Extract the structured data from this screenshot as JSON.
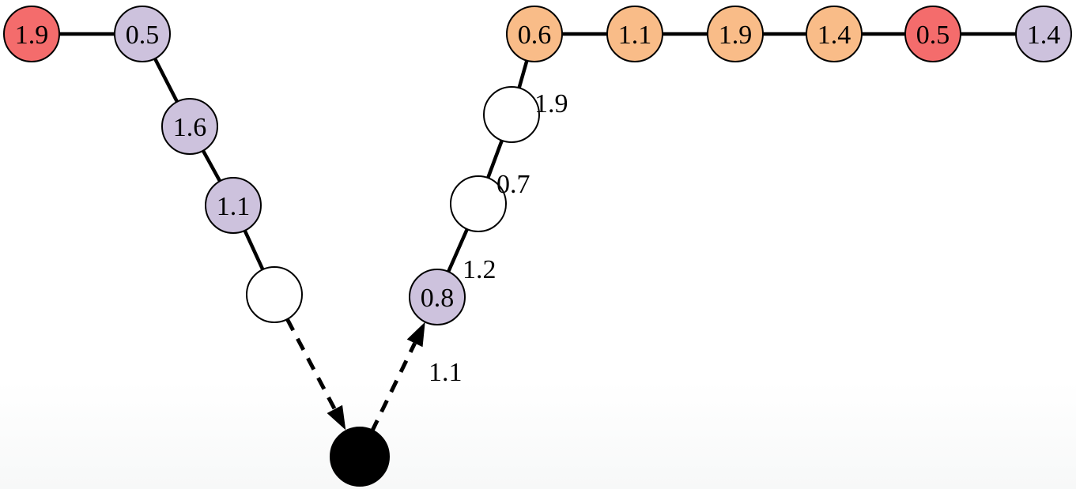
{
  "colors": {
    "red": "#f46c6c",
    "purple": "#cdc2dd",
    "orange": "#f9bc88",
    "white": "#ffffff",
    "black": "#000000"
  },
  "nodes": [
    {
      "id": "n1",
      "label": "1.9",
      "color": "red"
    },
    {
      "id": "n2",
      "label": "0.5",
      "color": "purple"
    },
    {
      "id": "n3",
      "label": "1.6",
      "color": "purple"
    },
    {
      "id": "n4",
      "label": "1.1",
      "color": "purple"
    },
    {
      "id": "n5",
      "label": "",
      "color": "white"
    },
    {
      "id": "n6",
      "label": "",
      "color": "black"
    },
    {
      "id": "n7",
      "label": "0.8",
      "color": "purple"
    },
    {
      "id": "n8",
      "label": "",
      "color": "white"
    },
    {
      "id": "n9",
      "label": "",
      "color": "white"
    },
    {
      "id": "n10",
      "label": "0.6",
      "color": "orange"
    },
    {
      "id": "n11",
      "label": "1.1",
      "color": "orange"
    },
    {
      "id": "n12",
      "label": "1.9",
      "color": "orange"
    },
    {
      "id": "n13",
      "label": "1.4",
      "color": "orange"
    },
    {
      "id": "n14",
      "label": "0.5",
      "color": "red"
    },
    {
      "id": "n15",
      "label": "1.4",
      "color": "purple"
    }
  ],
  "edges": [
    {
      "from": "n1",
      "to": "n2",
      "style": "solid",
      "label": ""
    },
    {
      "from": "n2",
      "to": "n3",
      "style": "solid",
      "label": ""
    },
    {
      "from": "n3",
      "to": "n4",
      "style": "solid",
      "label": ""
    },
    {
      "from": "n4",
      "to": "n5",
      "style": "solid",
      "label": ""
    },
    {
      "from": "n5",
      "to": "n6",
      "style": "dashed",
      "arrow": true,
      "label": ""
    },
    {
      "from": "n6",
      "to": "n7",
      "style": "dashed",
      "arrow": true,
      "label": "1.1"
    },
    {
      "from": "n7",
      "to": "n8",
      "style": "solid",
      "label": "1.2"
    },
    {
      "from": "n8",
      "to": "n9",
      "style": "solid",
      "label": "0.7"
    },
    {
      "from": "n9",
      "to": "n10",
      "style": "solid",
      "label": "1.9"
    },
    {
      "from": "n10",
      "to": "n11",
      "style": "solid",
      "label": ""
    },
    {
      "from": "n11",
      "to": "n12",
      "style": "solid",
      "label": ""
    },
    {
      "from": "n12",
      "to": "n13",
      "style": "solid",
      "label": ""
    },
    {
      "from": "n13",
      "to": "n14",
      "style": "solid",
      "label": ""
    },
    {
      "from": "n14",
      "to": "n15",
      "style": "solid",
      "label": ""
    }
  ]
}
